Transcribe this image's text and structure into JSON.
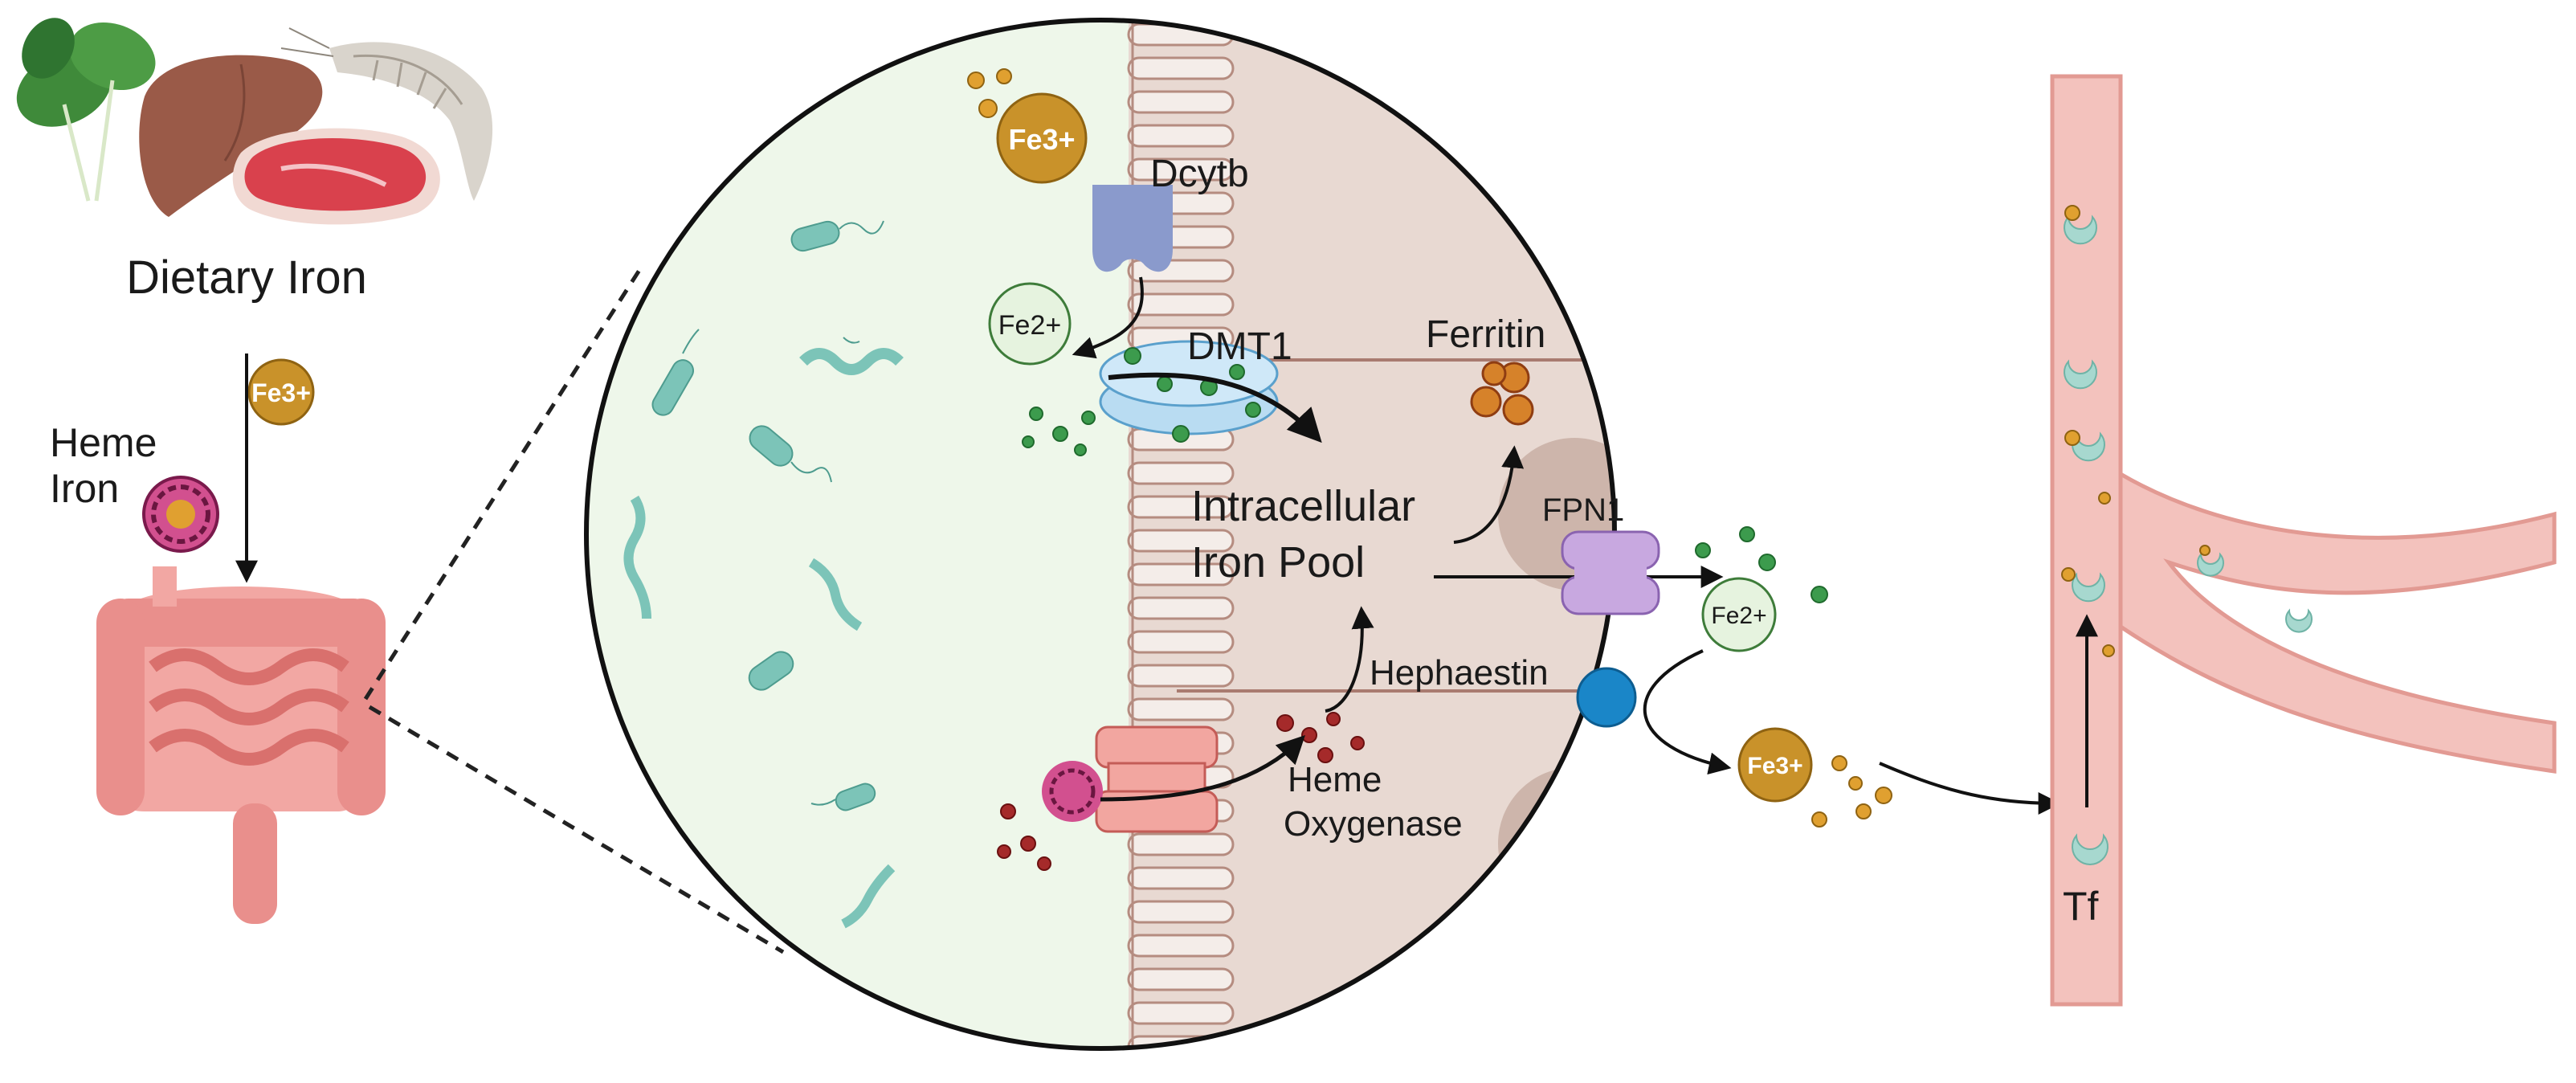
{
  "food": {
    "title": "Dietary Iron"
  },
  "heme": {
    "label_line1": "Heme",
    "label_line2": "Iron"
  },
  "ions": {
    "fe3": "Fe3+",
    "fe2": "Fe2+"
  },
  "enterocyte": {
    "dcytb": "Dcytb",
    "dmt1": "DMT1",
    "ferritin": "Ferritin",
    "pool_line1": "Intracellular",
    "pool_line2": "Iron Pool",
    "fpn1": "FPN1",
    "hephaestin": "Hephaestin",
    "heme_oxygenase_line1": "Heme",
    "heme_oxygenase_line2": "Oxygenase"
  },
  "blood": {
    "tf": "Tf"
  },
  "colors": {
    "fe3": "#c9922a",
    "fe2": "#e6f3df",
    "lumen": "#eef7ea",
    "cell": "#e8d9d2",
    "dmt1": "#b9dcf2",
    "fpn1": "#c8a8e0",
    "heme_transporter": "#f2a6a0",
    "hephaestin": "#1a86c8",
    "vessel": "#f3c2bd",
    "bacteria": "#7cc4b8"
  }
}
